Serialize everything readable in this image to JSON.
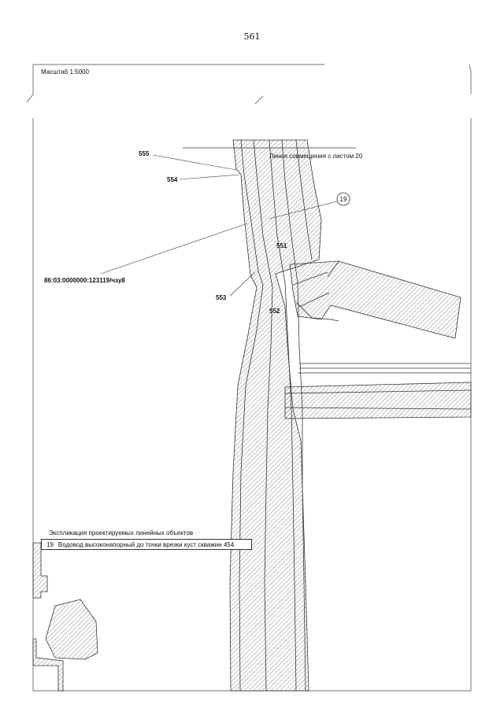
{
  "page": {
    "number": "561"
  },
  "scale": {
    "label": "Масштаб 1:5000"
  },
  "match_line": {
    "label": "Линия совмещения с листом 20"
  },
  "parcel": {
    "cadastral_label": "86:03:0000000:123119/чзу8"
  },
  "points": [
    {
      "id": "p555",
      "label": "555"
    },
    {
      "id": "p554",
      "label": "554"
    },
    {
      "id": "p551",
      "label": "551"
    },
    {
      "id": "p553",
      "label": "553"
    },
    {
      "id": "p552",
      "label": "552"
    }
  ],
  "callout": {
    "label": "19"
  },
  "legend": {
    "title": "Экспликация проектируемых линейных объектов",
    "items": [
      {
        "number": "19",
        "text": "Водовод высоконапорный до точки врезки куст скважин 454"
      }
    ]
  },
  "colors": {
    "line": "#333333",
    "hatch": "#555555",
    "background": "#ffffff"
  }
}
